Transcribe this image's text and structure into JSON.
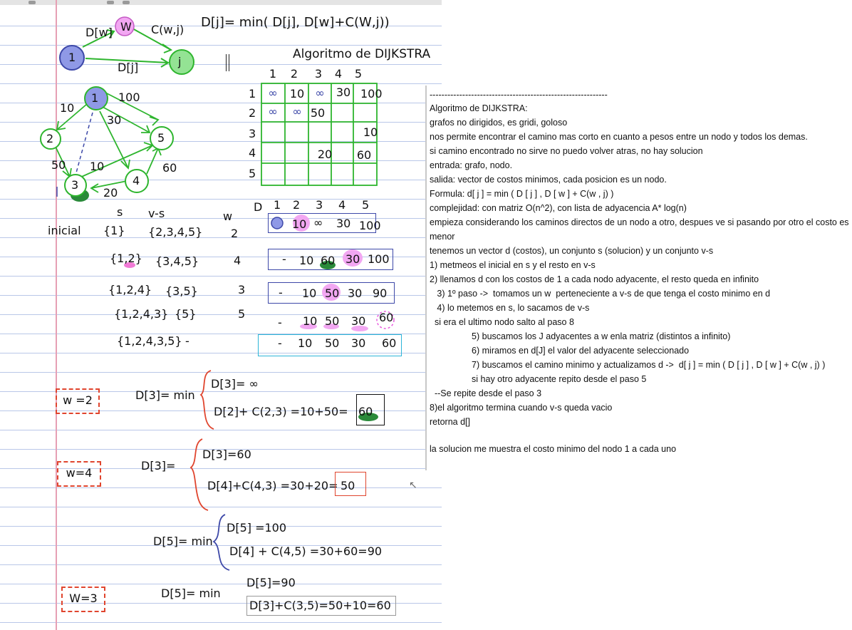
{
  "formula_top": "D[j]= min( D[j], D[w]+C(W,j))",
  "title": "Algoritmo de DIJKSTRA",
  "mini_graph": {
    "dw": "D[w]",
    "w": "W",
    "cwj": "C(w,j)",
    "n1": "1",
    "dj": "D[j]",
    "nj": "j"
  },
  "graph": {
    "nodes": [
      "1",
      "2",
      "3",
      "4",
      "5"
    ],
    "edges": [
      "10",
      "100",
      "30",
      "50",
      "10",
      "20",
      "60"
    ]
  },
  "matrix": {
    "cols": [
      "1",
      "2",
      "3",
      "4",
      "5"
    ],
    "rows": [
      "1",
      "2",
      "3",
      "4",
      "5"
    ],
    "r1": [
      "∞",
      "10",
      "∞",
      "30",
      "100"
    ],
    "r2": [
      "∞",
      "∞",
      "50"
    ],
    "r3": [
      "10"
    ],
    "r4": [
      "20",
      "60"
    ]
  },
  "steps": {
    "headers": {
      "s": "s",
      "vs": "v-s",
      "w": "w",
      "d": "D"
    },
    "dcols": [
      "1",
      "2",
      "3",
      "4",
      "5"
    ],
    "inicial": "inicial",
    "rows": [
      {
        "s": "{1}",
        "vs": "{2,3,4,5}",
        "w": "2",
        "d": [
          "10",
          "∞",
          "30",
          "100"
        ]
      },
      {
        "s": "{1,2}",
        "vs": "{3,4,5}",
        "w": "4",
        "d": [
          "-",
          "10",
          "60",
          "30",
          "100"
        ]
      },
      {
        "s": "{1,2,4}",
        "vs": "{3,5}",
        "w": "3",
        "d": [
          "-",
          "10",
          "50",
          "30",
          "90"
        ]
      },
      {
        "s": "{1,2,4,3}",
        "vs": "{5}",
        "w": "5",
        "d": [
          "-",
          "10",
          "50",
          "30",
          "60"
        ]
      },
      {
        "s": "{1,2,4,3,5}",
        "vs": "-",
        "w": "",
        "d": [
          "-",
          "10",
          "50",
          "30",
          "60"
        ]
      }
    ]
  },
  "calcs": [
    {
      "w": "w =2",
      "lhs": "D[3]= min",
      "l1": "D[3]= ∞",
      "l2": "D[2]+ C(2,3)   =10+50=",
      "result": "60"
    },
    {
      "w": "w=4",
      "lhs": "D[3]=",
      "l1": "D[3]=60",
      "l2": "D[4]+C(4,3) =30+20=",
      "result": "50"
    },
    {
      "w": "",
      "lhs": "D[5]= min",
      "l1": "D[5]  =100",
      "l2": "D[4] + C(4,5) =30+60=90",
      "result": ""
    },
    {
      "w": "W=3",
      "lhs": "D[5]= min",
      "l1": "D[5]=90",
      "l2": "D[3]+C(3,5)=50+10=60",
      "result": ""
    }
  ],
  "notes": [
    "------------------------------------------------------------",
    "Algoritmo de DIJKSTRA:",
    "grafos no dirigidos, es gridi, goloso",
    "nos permite encontrar el camino mas corto en cuanto a pesos entre un nodo y todos los demas.",
    "si camino encontrado no sirve no puedo volver atras, no hay solucion",
    "entrada: grafo, nodo.",
    "salida: vector de costos minimos, cada posicion es un nodo.",
    "Formula: d[ j ] = min ( D [ j ] , D [ w ] + C(w , j) )",
    "complejidad: con matriz O(n^2), con lista de adyacencia A* log(n)",
    "empieza considerando los caminos directos de un nodo a otro, despues ve si pasando por otro el costo es",
    "menor",
    "tenemos un vector d (costos), un conjunto s (solucion) y un conjunto v-s",
    "1) metmeos el inicial en s y el resto en v-s",
    "2) llenamos d con los costos de 1 a cada nodo adyacente, el resto queda en infinito",
    "   3) 1º paso ->  tomamos un w  perteneciente a v-s de que tenga el costo minimo en d",
    "   4) lo metemos en s, lo sacamos de v-s",
    "  si era el ultimo nodo salto al paso 8",
    "                 5) buscamos los J adyacentes a w enla matriz (distintos a infinito)",
    "                 6) miramos en d[J] el valor del adyacente seleccionado",
    "                 7) buscamos el camino minimo y actualizamos d ->  d[ j ] = min ( D [ j ] , D [ w ] + C(w , j) )",
    "                 si hay otro adyacente repito desde el paso 5",
    "  --Se repite desde el paso 3",
    "8)el algoritmo termina cuando v-s queda vacio",
    "retorna d[]",
    "",
    "la solucion me muestra el costo minimo del nodo 1 a cada uno"
  ]
}
